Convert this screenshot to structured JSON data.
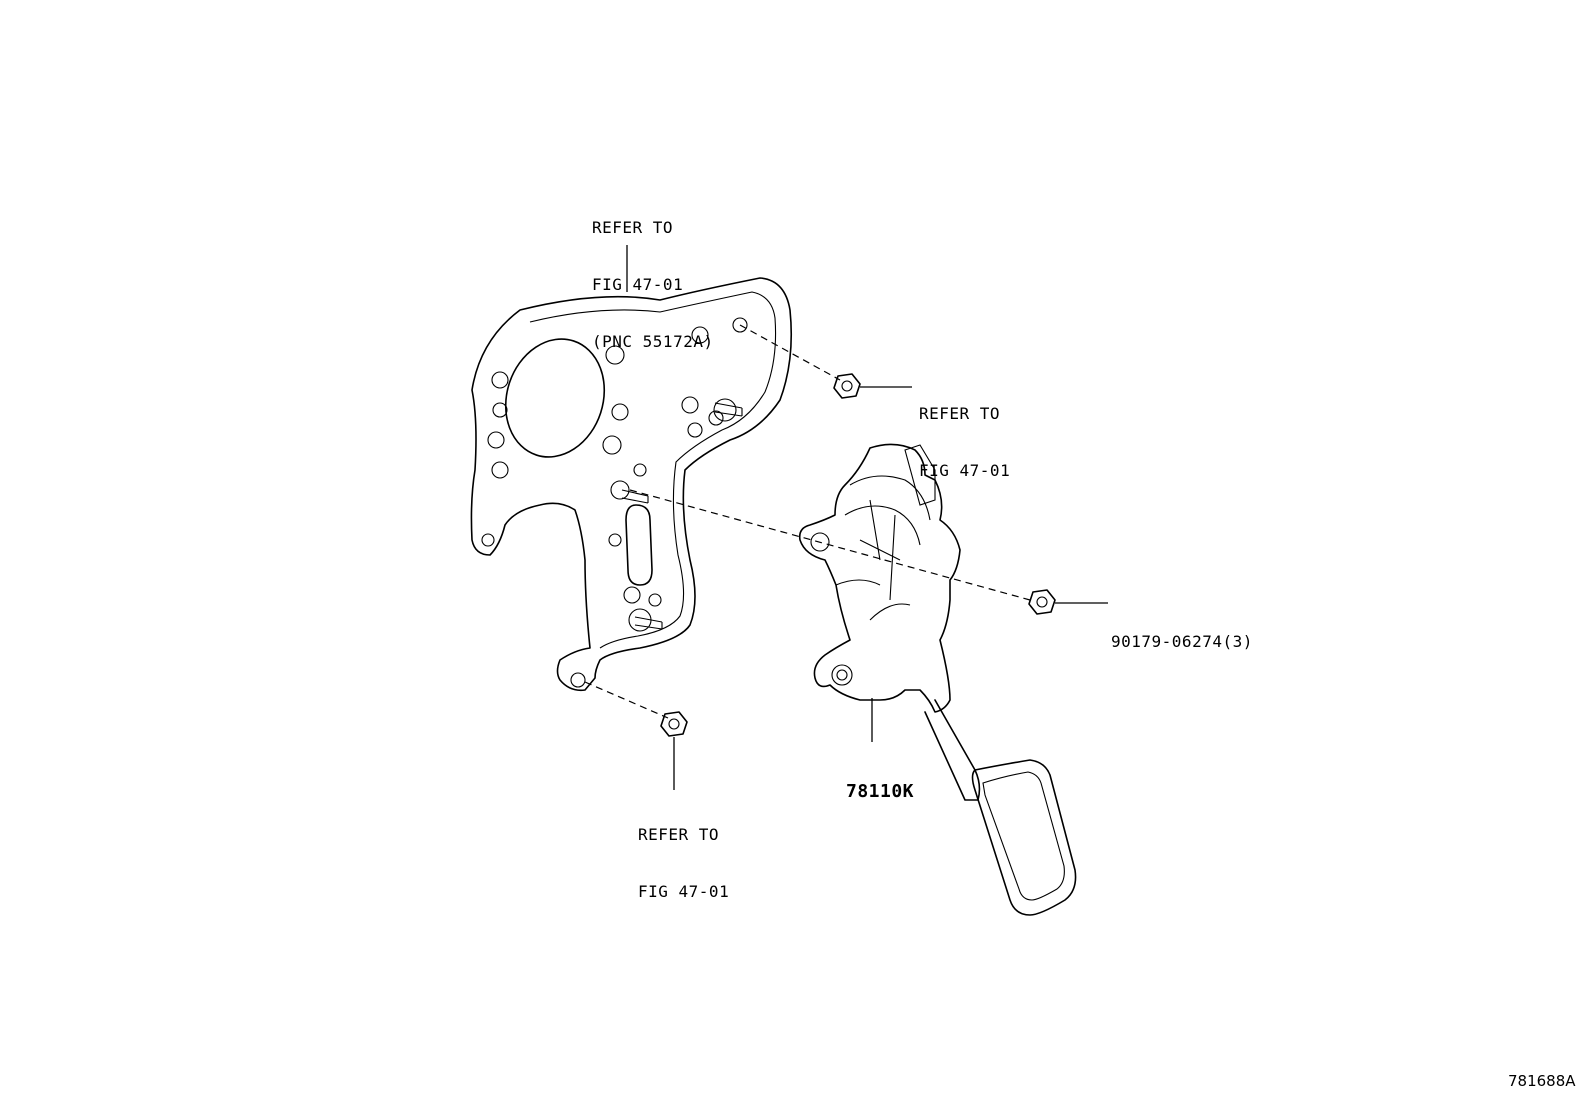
{
  "labels": {
    "bracket_ref": [
      "REFER TO",
      "FIG 47-01",
      "(PNC 55172A)"
    ],
    "nut_upper_ref": [
      "REFER TO",
      "FIG 47-01"
    ],
    "nut_lower_ref": [
      "REFER TO",
      "FIG 47-01"
    ],
    "nut_part": "90179-06274(3)",
    "pedal_part": "78110K",
    "figure_id": "781688A"
  }
}
